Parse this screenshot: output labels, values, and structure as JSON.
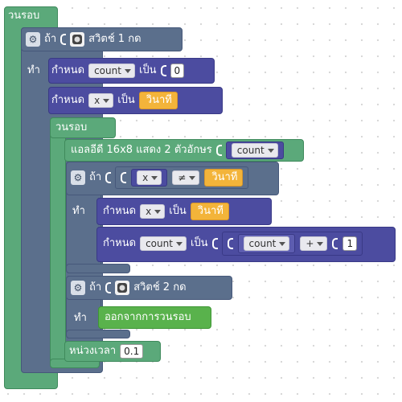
{
  "outer_loop": {
    "label": "วนรอบ"
  },
  "if_switch1": {
    "if_label": "ถ้า",
    "condition": "สวิตช์ 1 กด",
    "do_label": "ทำ"
  },
  "set_count": {
    "set_label": "กำหนด",
    "variable": "count",
    "to_label": "เป็น",
    "value": "0"
  },
  "set_x": {
    "set_label": "กำหนด",
    "variable": "x",
    "to_label": "เป็น",
    "value": "วินาที"
  },
  "inner_loop": {
    "label": "วนรอบ"
  },
  "led_display": {
    "label": "แอลอีดี 16x8 แสดง 2 ตัวอักษร",
    "value": "count"
  },
  "if_x_not_equal": {
    "if_label": "ถ้า",
    "left": "x",
    "operator": "≠",
    "right": "วินาที",
    "do_label": "ทำ"
  },
  "set_x_inner": {
    "set_label": "กำหนด",
    "variable": "x",
    "to_label": "เป็น",
    "value": "วินาที"
  },
  "set_count_inner": {
    "set_label": "กำหนด",
    "variable": "count",
    "to_label": "เป็น",
    "left": "count",
    "operator": "+",
    "right": "1"
  },
  "if_switch2": {
    "if_label": "ถ้า",
    "condition": "สวิตช์ 2 กด",
    "do_label": "ทำ",
    "action": "ออกจากการวนรอบ"
  },
  "delay": {
    "label": "หน่วงเวลา",
    "value": "0.1"
  },
  "colors": {
    "loop": "#5ba97a",
    "control": "#5b6f8c",
    "variable": "#4c4ca0",
    "time": "#f3b43a",
    "break": "#59b24c"
  }
}
